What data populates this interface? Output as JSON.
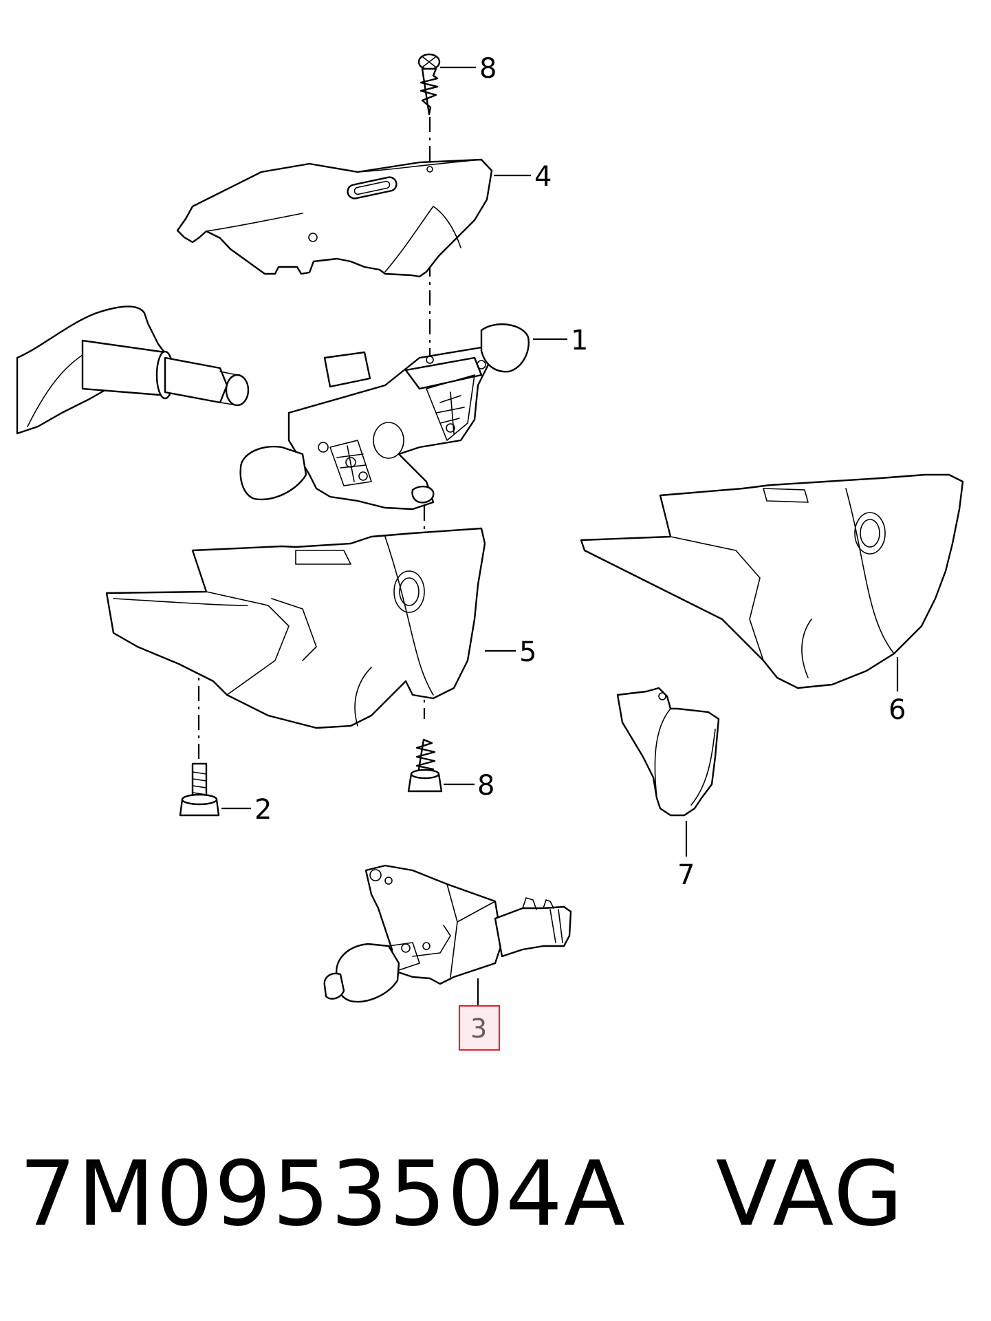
{
  "callouts": {
    "c1": "1",
    "c2": "2",
    "c3": "3",
    "c4": "4",
    "c5": "5",
    "c6": "6",
    "c7": "7",
    "c8_top": "8",
    "c8_bottom": "8"
  },
  "highlight": {
    "color": "#e0253a",
    "fill": "#fdecef"
  },
  "caption": {
    "part_number": "7M0953504A",
    "brand": "VAG"
  }
}
